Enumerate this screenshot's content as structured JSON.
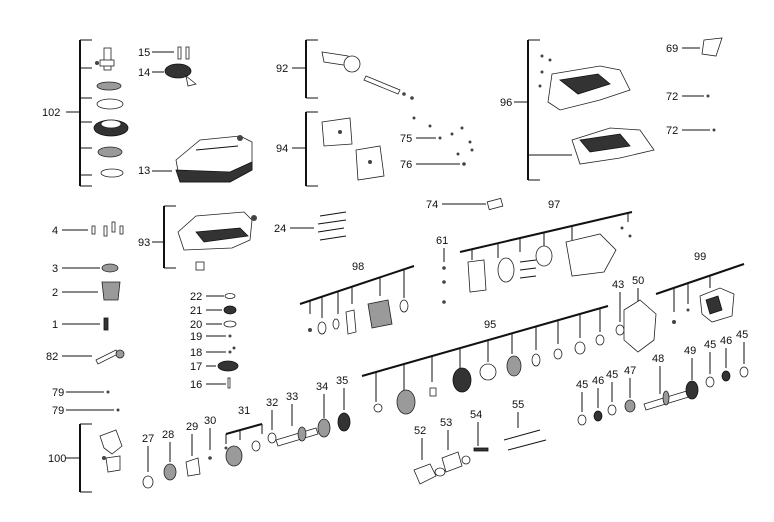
{
  "labels": {
    "l102": "102",
    "l15": "15",
    "l14": "14",
    "l13": "13",
    "l92": "92",
    "l94": "94",
    "l75": "75",
    "l76": "76",
    "l96": "96",
    "l69": "69",
    "l72a": "72",
    "l72b": "72",
    "l74": "74",
    "l97": "97",
    "l4": "4",
    "l3": "3",
    "l2": "2",
    "l1": "1",
    "l82": "82",
    "l79a": "79",
    "l79b": "79",
    "l100": "100",
    "l93": "93",
    "l24": "24",
    "l61": "61",
    "l98": "98",
    "l22": "22",
    "l21": "21",
    "l20": "20",
    "l19": "19",
    "l18": "18",
    "l17": "17",
    "l16": "16",
    "l43": "43",
    "l50": "50",
    "l99": "99",
    "l95": "95",
    "l27": "27",
    "l28": "28",
    "l29": "29",
    "l30": "30",
    "l31": "31",
    "l32": "32",
    "l33": "33",
    "l34": "34",
    "l35": "35",
    "l52": "52",
    "l53": "53",
    "l54": "54",
    "l55": "55",
    "l45a": "45",
    "l46a": "46",
    "l45b": "45",
    "l47": "47",
    "l48": "48",
    "l49": "49",
    "l45c": "45",
    "l46b": "46",
    "l45d": "45"
  }
}
